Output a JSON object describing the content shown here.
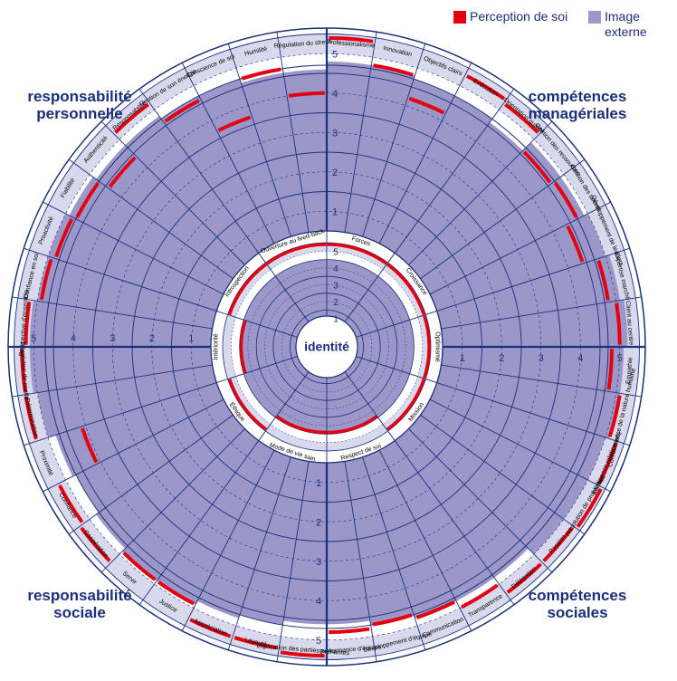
{
  "legend": {
    "self": {
      "label": "Perception de soi",
      "color": "#e3000f"
    },
    "external": {
      "label1": "Image",
      "label2": "externe",
      "color": "#9b98c9"
    }
  },
  "corners": {
    "tl": {
      "line1": "responsabilité",
      "line2": "personnelle"
    },
    "tr": {
      "line1": "compétences",
      "line2": "managériales"
    },
    "bl": {
      "line1": "responsabilité",
      "line2": "sociale"
    },
    "br": {
      "line1": "compétences",
      "line2": "sociales"
    }
  },
  "center": "identité",
  "colors": {
    "navy": "#1c2f7a",
    "red": "#e3000f",
    "lavender": "#9b98c9",
    "pale": "#d9d9ee"
  },
  "chart_data": {
    "type": "radial-bar",
    "scale": {
      "min": 0,
      "max": 5,
      "labels": [
        "1",
        "2",
        "3",
        "4",
        "5"
      ]
    },
    "outer": {
      "categories": [
        "Professionalisme",
        "Innovation",
        "Objectifs clairs",
        "Exécution",
        "Orientation qualité",
        "Gestion des ressources",
        "Gestion des talents",
        "Développement de leaders",
        "Expertise marché",
        "Client au centre",
        "Empathie",
        "Connaissance de la nature humaine",
        "Intelligence relationnelle",
        "Résolution de problèmes",
        "Passion",
        "Délégation",
        "Transparence",
        "Communication",
        "Développement d'équipe",
        "Performance d'équipe",
        "Implication des parties prenantes",
        "Loyauté",
        "Appréciation",
        "Justice",
        "Servir",
        "Coopération",
        "Confiance",
        "Proximité",
        "Détermination",
        "Résolution de conflit",
        "Perspective d'ensemble",
        "Confiance en soi",
        "Proactivité",
        "Fiabilité",
        "Authenticité",
        "Responsabilité",
        "Gestion de son énergie",
        "Conscience de soi",
        "Humilité",
        "Régulation du stress"
      ],
      "external": [
        4.3,
        4.3,
        4.2,
        4.2,
        4.1,
        4.4,
        4.4,
        4.5,
        4.6,
        4.7,
        4.6,
        4.6,
        4.5,
        4.5,
        4.5,
        4.3,
        4.3,
        4.3,
        4.2,
        4.1,
        4.1,
        4.2,
        4.3,
        4.4,
        4.4,
        4.3,
        4.2,
        4.3,
        4.5,
        4.6,
        4.6,
        4.5,
        4.5,
        4.4,
        4.3,
        4.3,
        4.2,
        4.2,
        4.1,
        4.1
      ],
      "self": [
        4.9,
        4.3,
        3.7,
        4.8,
        4.7,
        4.1,
        4.2,
        3.9,
        4.3,
        4.5,
        4.3,
        4.6,
        4.8,
        4.9,
        4.8,
        4.8,
        4.5,
        4.3,
        4.2,
        4.3,
        4.9,
        4.8,
        4.8,
        4.4,
        4.4,
        4.8,
        4.7,
        3.6,
        4.8,
        4.8,
        4.7,
        4.4,
        4.3,
        4.2,
        3.9,
        4.7,
        4.1,
        3.2,
        4.2,
        3.5
      ]
    },
    "inner": {
      "categories": [
        "Forces",
        "Croissance",
        "Optimisme",
        "Mission",
        "Respect de soi",
        "Mode de vie sain",
        "Éthique",
        "Intériorité",
        "Introspection",
        "Ouverture au feed-back"
      ],
      "external": [
        4.0,
        4.0,
        4.0,
        4.0,
        4.0,
        4.0,
        4.0,
        4.0,
        4.0,
        4.0
      ],
      "self": [
        4.9,
        4.9,
        4.9,
        4.9,
        3.9,
        3.9,
        4.9,
        3.9,
        4.9,
        4.9
      ]
    }
  }
}
